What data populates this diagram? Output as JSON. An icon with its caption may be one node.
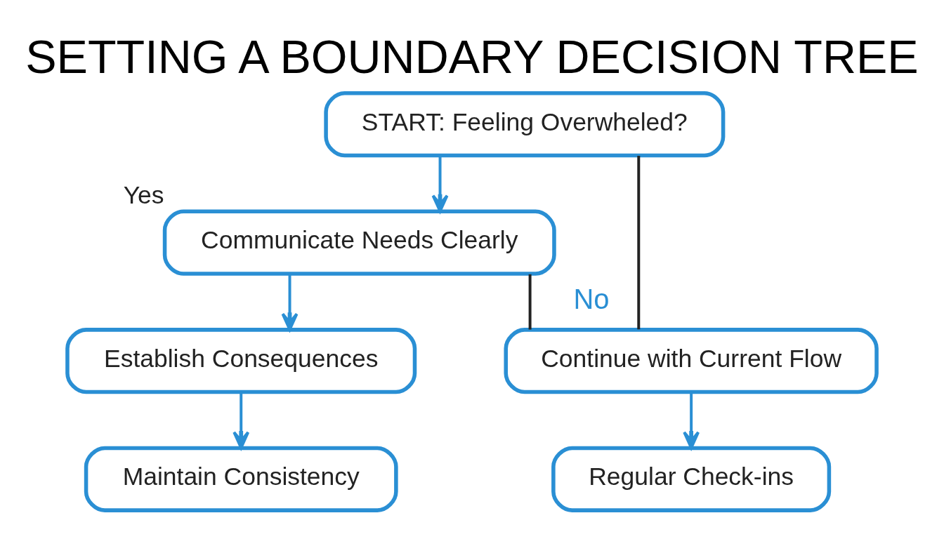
{
  "diagram": {
    "title": "SETTING A BOUNDARY DECISION TREE",
    "nodes": [
      {
        "text": [
          "START: Feeling Overwheled?"
        ]
      },
      {
        "text": [
          "Communicate Needs Clearly"
        ],
        "beside": [
          "Yes"
        ]
      },
      {
        "text": [
          "Establish Consequences"
        ]
      },
      {
        "text": [
          "Maintain Consistency"
        ]
      },
      {
        "text": [
          "Continue with Current Flow"
        ]
      },
      {
        "text": [
          "Regular Check-ins"
        ]
      }
    ],
    "edges": [
      {
        "from": 0,
        "to": 1,
        "arrow": "to"
      },
      {
        "from": 1,
        "to": 2,
        "arrow": "to"
      },
      {
        "from": 2,
        "to": 3,
        "arrow": "to"
      },
      {
        "from": 0,
        "to": 4,
        "arrow": "none",
        "label": "No",
        "color": "#222222"
      },
      {
        "from": 1,
        "to": 4,
        "arrow": "none",
        "color": "#222222"
      },
      {
        "from": 4,
        "to": 5,
        "arrow": "to"
      }
    ]
  }
}
